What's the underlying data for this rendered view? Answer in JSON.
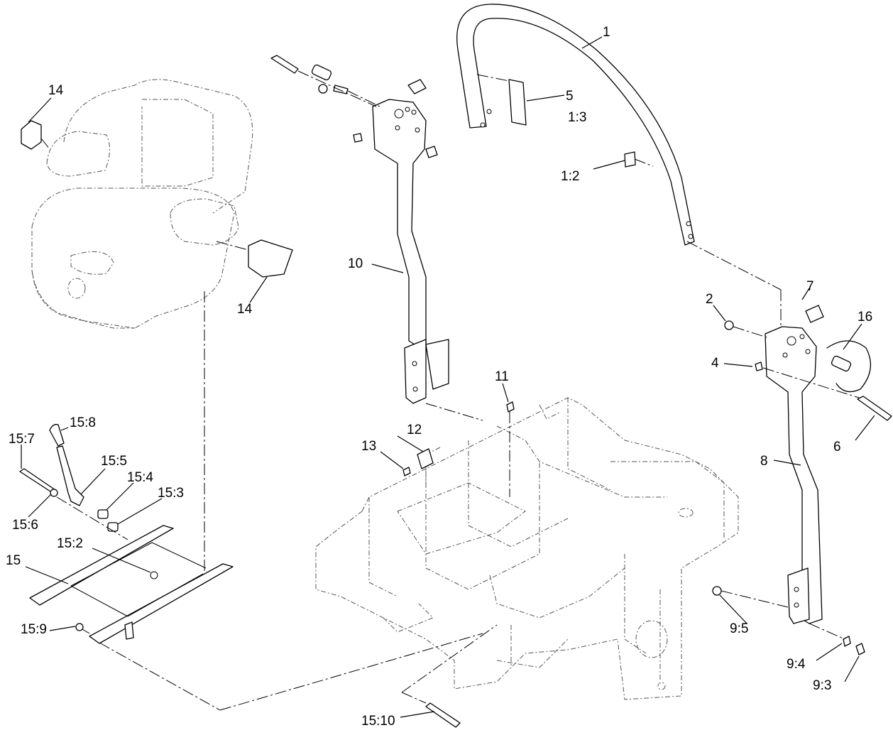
{
  "callouts": {
    "c1": "1",
    "c5": "5",
    "c1_3": "1:3",
    "c1_2": "1:2",
    "c14_top": "14",
    "c14_bottom": "14",
    "c10": "10",
    "c2": "2",
    "c7": "7",
    "c16": "16",
    "c4": "4",
    "c6": "6",
    "c8": "8",
    "c11": "11",
    "c12": "12",
    "c13": "13",
    "c15_8": "15:8",
    "c15_7": "15:7",
    "c15_5": "15:5",
    "c15_4": "15:4",
    "c15_3": "15:3",
    "c15_6": "15:6",
    "c15_2": "15:2",
    "c15": "15",
    "c15_9": "15:9",
    "c9_5": "9:5",
    "c9_4": "9:4",
    "c9_3": "9:3",
    "c15_10": "15:10"
  }
}
